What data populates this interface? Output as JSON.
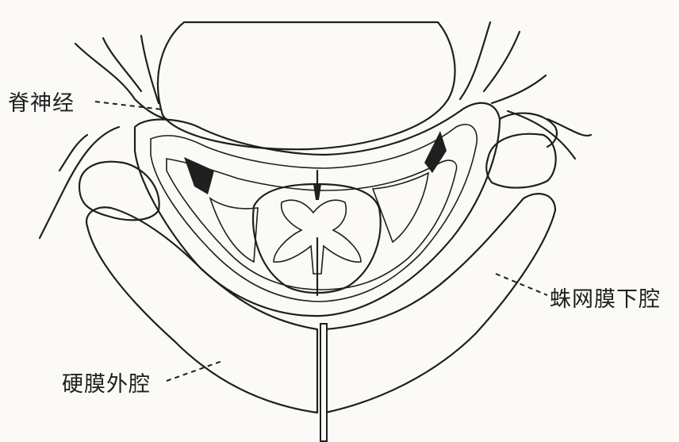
{
  "labels": {
    "spinal_nerve": "脊神经",
    "subarachnoid_space": "蛛网膜下腔",
    "epidural_space": "硬膜外腔"
  },
  "colors": {
    "ink": "#1f1f1f",
    "paper": "#fbfaf6"
  }
}
